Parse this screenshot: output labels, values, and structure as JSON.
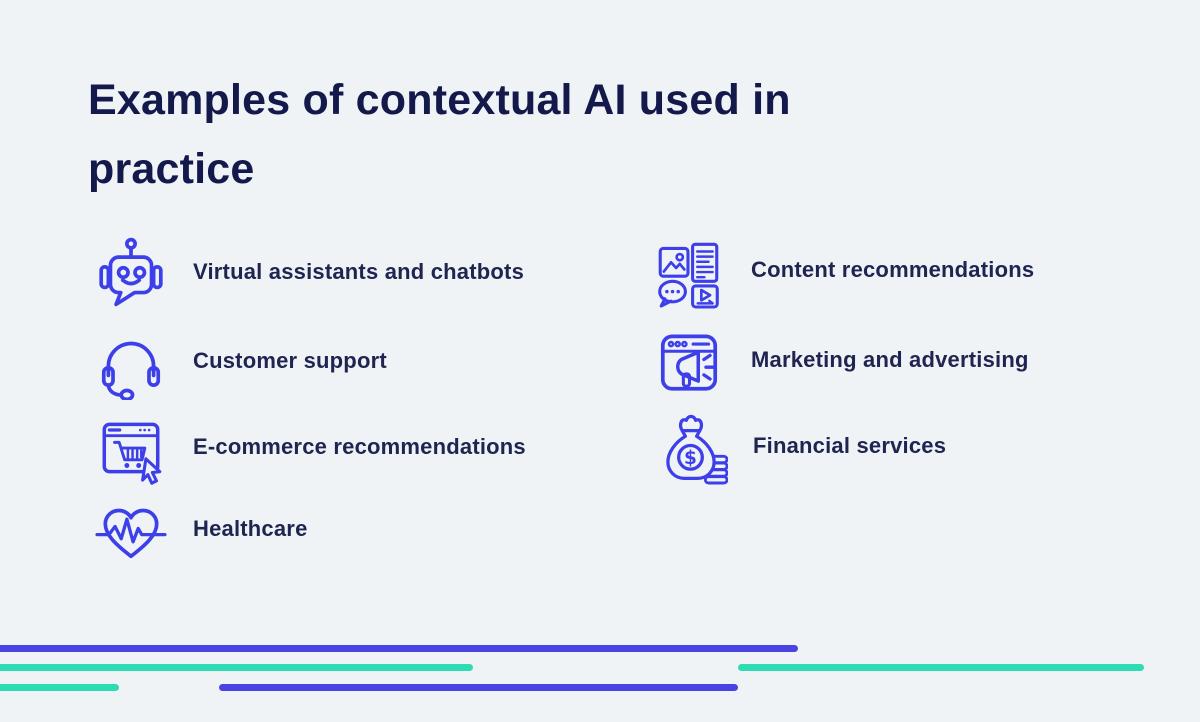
{
  "title": {
    "line1": "Examples of contextual AI used in",
    "line2": "practice"
  },
  "columns": {
    "left": [
      {
        "label": "Virtual assistants and chatbots",
        "icon": "chatbot-robot-icon"
      },
      {
        "label": "Customer support",
        "icon": "headset-icon"
      },
      {
        "label": "E-commerce recommendations",
        "icon": "browser-cart-cursor-icon"
      },
      {
        "label": "Healthcare",
        "icon": "heart-pulse-icon"
      }
    ],
    "right": [
      {
        "label": "Content recommendations",
        "icon": "media-tiles-icon"
      },
      {
        "label": "Marketing and advertising",
        "icon": "browser-megaphone-icon"
      },
      {
        "label": "Financial services",
        "icon": "money-bag-coins-icon"
      }
    ]
  },
  "glyphs": {
    "dollar": "$"
  },
  "colors": {
    "background": "#eff3f6",
    "icon_blue": "#3d3fe9",
    "title_navy": "#14194b",
    "label_navy": "#1f2451",
    "line_purple": "#4a43e4",
    "line_teal": "#2cdcb2"
  }
}
